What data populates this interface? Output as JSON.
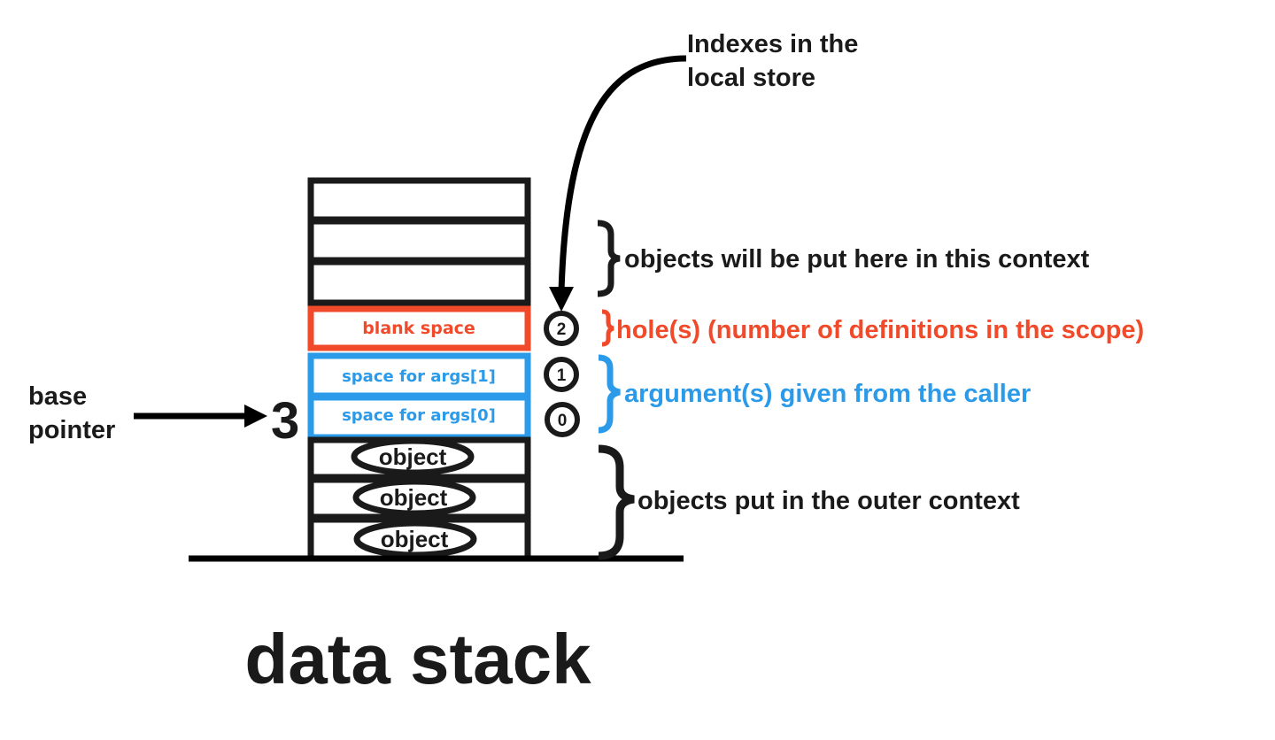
{
  "colors": {
    "black": "#1a1a1a",
    "red": "#f04a2a",
    "blue": "#2b9be9"
  },
  "title": "data stack",
  "top_annotation": {
    "line1": "Indexes in the",
    "line2": "local store"
  },
  "base_pointer": {
    "line1": "base",
    "line2": "pointer",
    "value": "3"
  },
  "stack_cells": {
    "blank": "blank space",
    "arg1": "space for args[1]",
    "arg0": "space for args[0]",
    "object1": "object",
    "object2": "object",
    "object3": "object"
  },
  "indexes": [
    "2",
    "1",
    "0"
  ],
  "braces": {
    "future": "objects will be put here in this context",
    "holes": "hole(s) (number of definitions in the scope)",
    "args": "argument(s) given from the caller",
    "outer": "objects put in the outer context"
  }
}
